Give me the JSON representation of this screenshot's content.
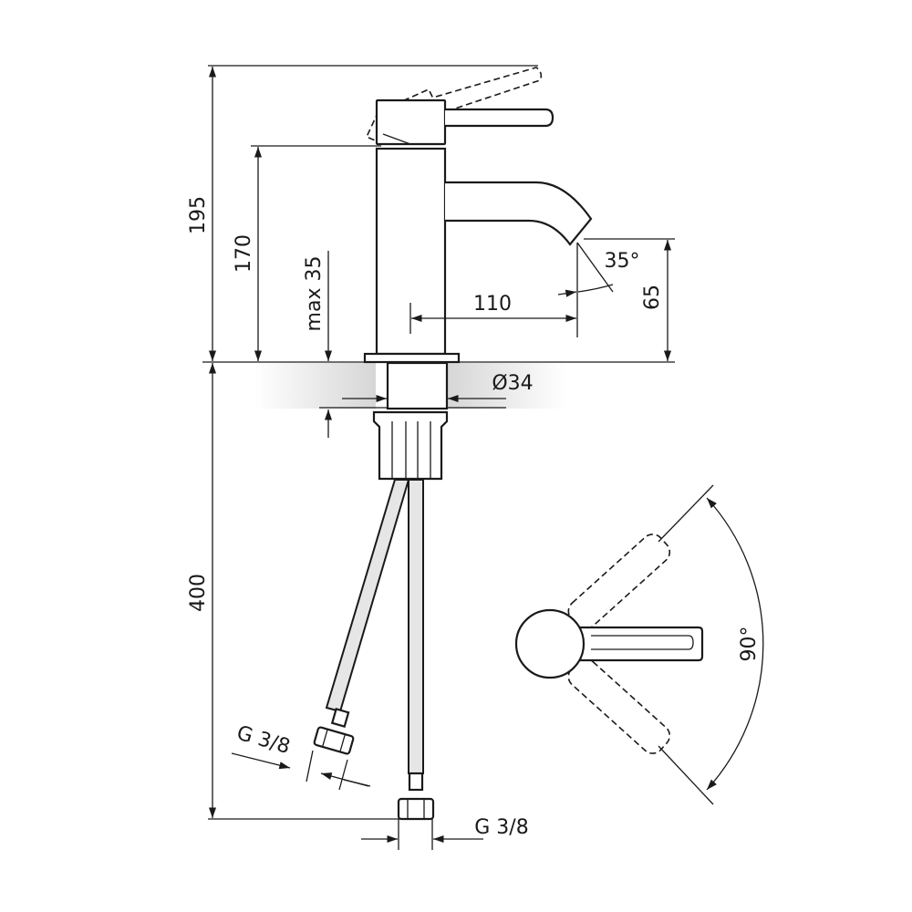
{
  "title": "Basin mixer technical drawing",
  "dimensions": {
    "total_height": "195",
    "body_height": "170",
    "max_deck_thickness": "max 35",
    "spout_reach": "110",
    "spout_angle": "35°",
    "spout_height": "65",
    "shank_diameter": "Ø34",
    "hose_length": "400",
    "connection_left": "G 3/8",
    "connection_right": "G 3/8",
    "lever_rotation": "90°"
  },
  "colors": {
    "line": "#1a1a1a",
    "deck_shade": "#d9d9d9",
    "hose_fill": "#e6e6e6"
  }
}
